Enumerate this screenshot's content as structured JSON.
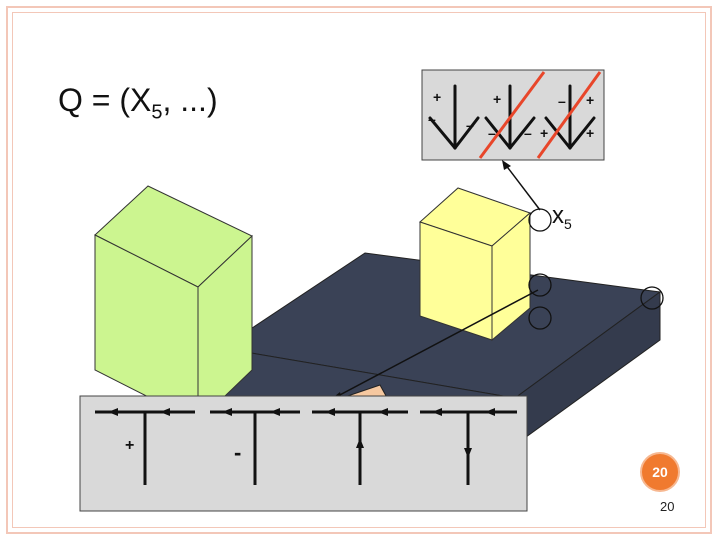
{
  "title": {
    "prefix": "Q = (X",
    "sub": "5",
    "suffix": ", ...)"
  },
  "x5_label": {
    "main": "x",
    "sub": "5"
  },
  "top_inset": {
    "signs": [
      "+",
      "+",
      "+",
      "–",
      "–",
      "–",
      "–",
      "+",
      "+",
      "–"
    ]
  },
  "bottom_inset": {
    "signs": [
      "+",
      "-"
    ]
  },
  "slide_number": "20",
  "page_number": "20",
  "colors": {
    "green_block": "#ccf590",
    "yellow_block": "#ffff99",
    "dark_slab": "#3a4256",
    "inset_bg": "#d9d9d9",
    "strike": "#e8462a",
    "badge": "#f07a2f"
  }
}
